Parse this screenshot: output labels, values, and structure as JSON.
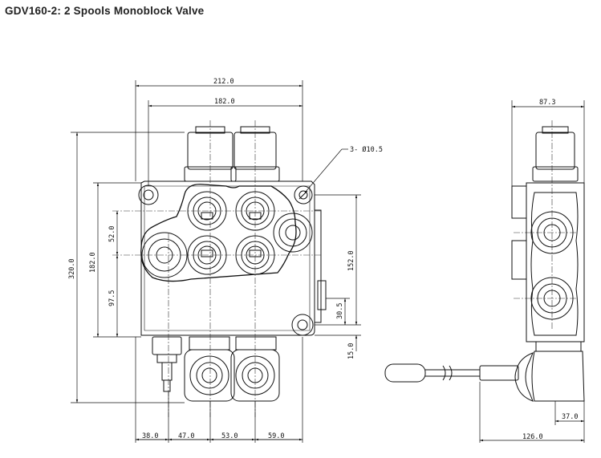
{
  "title": "GDV160-2: 2 Spools Monoblock Valve",
  "dimensions": {
    "overall_width": "212.0",
    "hole_spacing_width": "182.0",
    "side_depth": "87.3",
    "mounting_holes": "3- Ø10.5",
    "overall_height": "320.0",
    "hole_spacing_height": "182.0",
    "port_spacing_vertical": "52.0",
    "lower_port_height": "97.5",
    "right_port_height": "152.0",
    "side_port_offset": "30.5",
    "spool_protrusion": "15.0",
    "bottom_38": "38.0",
    "bottom_47": "47.0",
    "bottom_53": "53.0",
    "bottom_59": "59.0",
    "lever_offset": "37.0",
    "lever_length": "126.0"
  },
  "colors": {
    "line": "#111111",
    "centerline": "#333333",
    "background": "#ffffff"
  }
}
